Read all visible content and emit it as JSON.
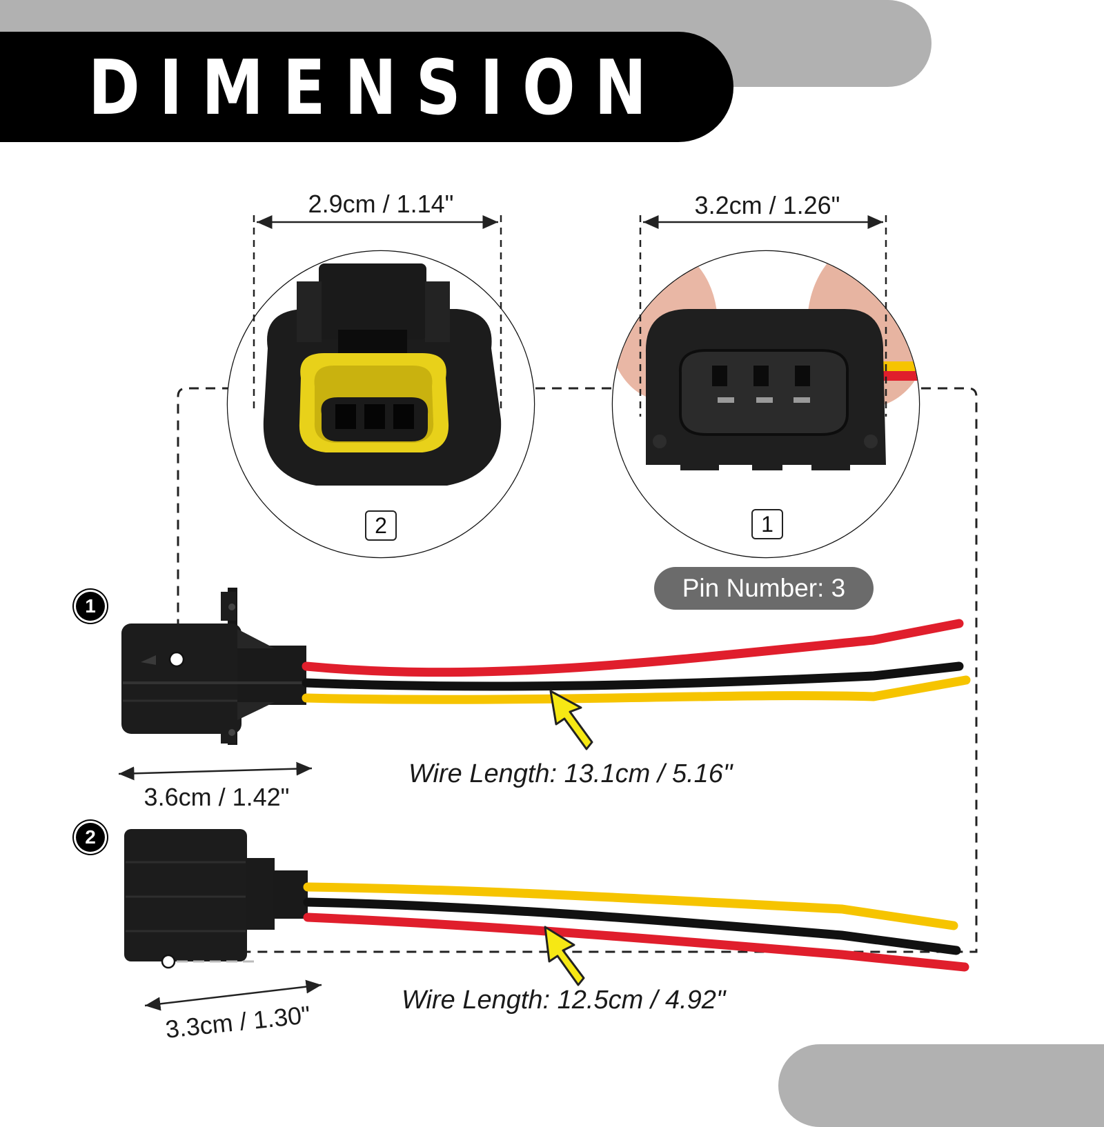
{
  "banner": {
    "title": "DIMENSION"
  },
  "detail_views": [
    {
      "badge": "2",
      "width_label": "2.9cm / 1.14\""
    },
    {
      "badge": "1",
      "width_label": "3.2cm / 1.26\""
    }
  ],
  "pin_number_label": "Pin Number: 3",
  "connectors": [
    {
      "badge": "1",
      "length_label": "3.6cm / 1.42\"",
      "wire_label": "Wire Length: 13.1cm / 5.16\""
    },
    {
      "badge": "2",
      "length_label": "3.3cm / 1.30\"",
      "wire_label": "Wire Length: 12.5cm / 4.92\""
    }
  ],
  "colors": {
    "banner_black": "#000000",
    "banner_gray": "#b1b1b1",
    "pill_gray": "#6b6b6b",
    "wire_red": "#e01e2c",
    "wire_black": "#111111",
    "wire_yellow": "#f6c400",
    "connector_body": "#1c1c1c",
    "seal_yellow": "#e8d11a"
  }
}
